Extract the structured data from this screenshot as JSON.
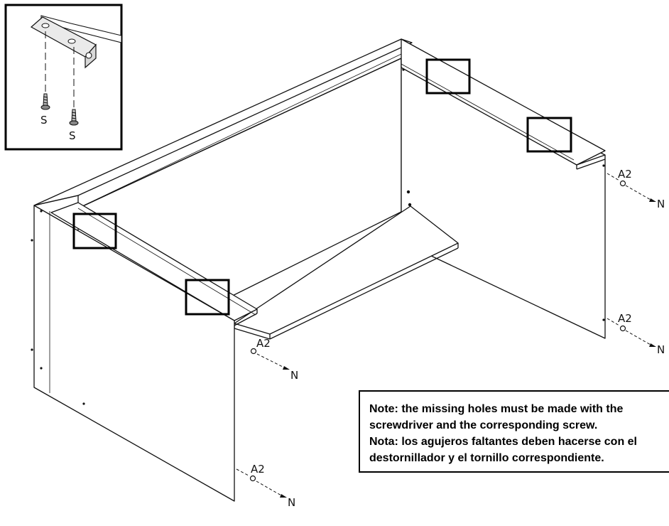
{
  "inset": {
    "screw_labels": [
      "S",
      "S"
    ]
  },
  "labels": {
    "a2": "A2",
    "n": "N"
  },
  "note": {
    "lines": [
      "Note: the missing holes must be made with the",
      "screwdriver and the corresponding screw.",
      "Nota: los agujeros faltantes deben hacerse con el",
      "destornillador y el tornillo correspondiente."
    ]
  }
}
